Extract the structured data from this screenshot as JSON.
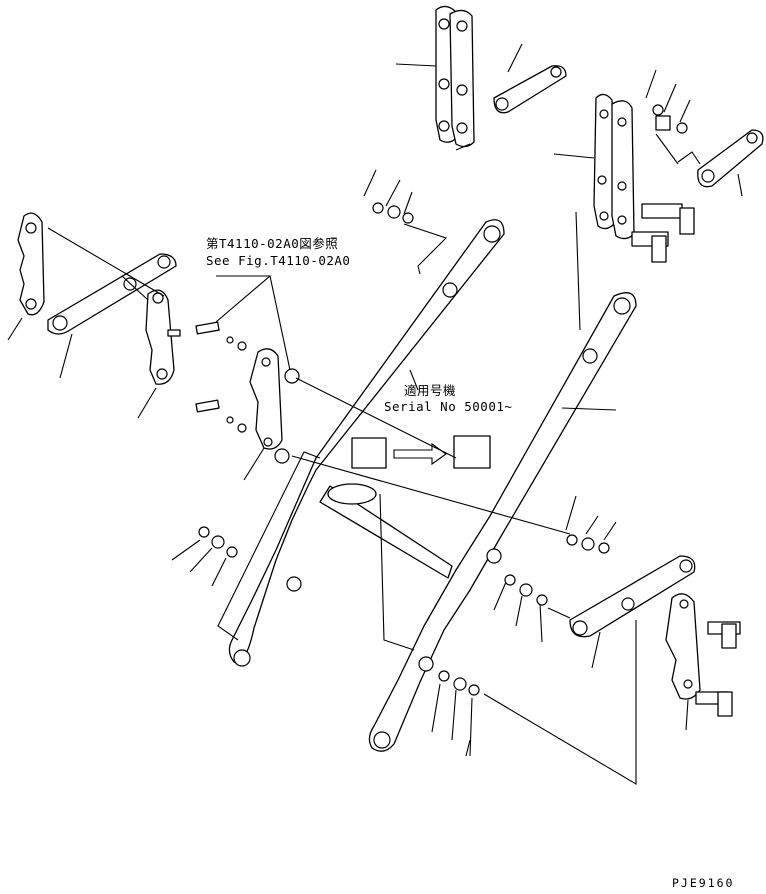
{
  "diagram": {
    "reference_note_jp": "第T4110-02A0図参照",
    "reference_note_en": "See Fig.T4110-02A0",
    "serial_note_jp": "適用号機",
    "serial_note_en": "Serial No 50001~",
    "drawing_code": "PJE9160"
  }
}
